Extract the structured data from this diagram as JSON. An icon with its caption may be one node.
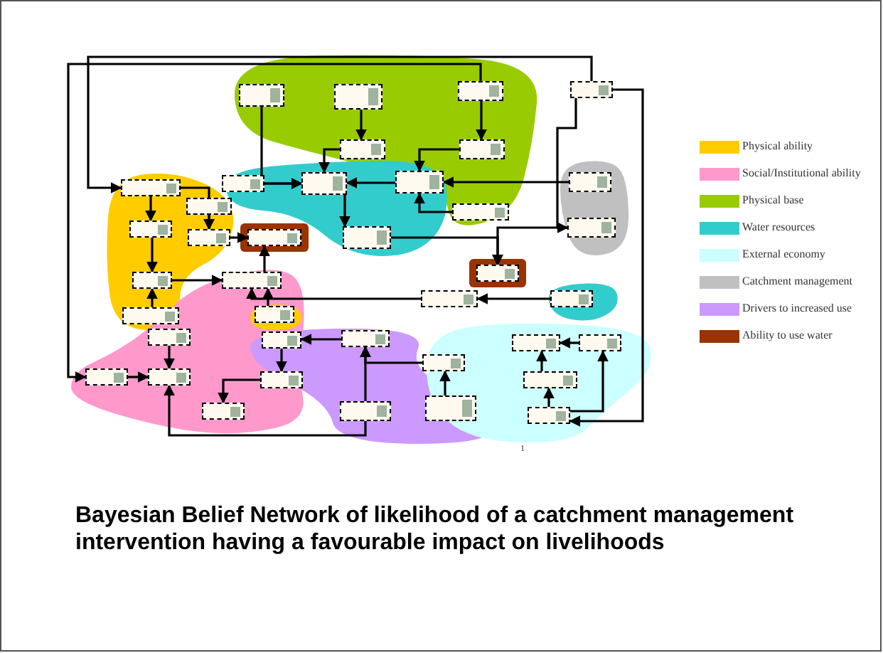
{
  "diagram": {
    "title": "Bayesian Belief Network of likelihood of a catchment management intervention having a favourable impact on livelihoods",
    "nodes": [
      {
        "text": [],
        "shape": "box"
      },
      {
        "text": [],
        "shape": "box"
      },
      {
        "text": [],
        "shape": "box"
      },
      {
        "text": [],
        "shape": "box"
      },
      {
        "text": [],
        "shape": "box"
      },
      {
        "text": [],
        "shape": "box"
      },
      {
        "text": [],
        "shape": "box"
      },
      {
        "text": [],
        "shape": "box"
      },
      {
        "text": [],
        "shape": "box"
      },
      {
        "text": [],
        "shape": "box"
      },
      {
        "text": [],
        "shape": "box"
      },
      {
        "text": [],
        "shape": "box"
      },
      {
        "text": [],
        "shape": "box"
      },
      {
        "text": [],
        "shape": "box"
      },
      {
        "text": [],
        "shape": "box"
      },
      {
        "text": [],
        "shape": "box"
      },
      {
        "text": [],
        "shape": "box"
      },
      {
        "text": [],
        "shape": "box"
      },
      {
        "text": [],
        "shape": "box"
      },
      {
        "text": [],
        "shape": "box"
      },
      {
        "text": [],
        "shape": "box"
      },
      {
        "text": [],
        "shape": "box"
      },
      {
        "text": [],
        "shape": "box"
      },
      {
        "text": [],
        "shape": "box"
      },
      {
        "text": [],
        "shape": "box"
      },
      {
        "text": [],
        "shape": "box"
      },
      {
        "text": [],
        "shape": "box"
      },
      {
        "text": [],
        "shape": "box"
      },
      {
        "text": [],
        "shape": "box"
      },
      {
        "text": [],
        "shape": "box"
      },
      {
        "text": [],
        "shape": "box"
      },
      {
        "text": [],
        "shape": "box"
      },
      {
        "text": [],
        "shape": "box"
      },
      {
        "text": [],
        "shape": "box"
      },
      {
        "text": [],
        "shape": "box"
      },
      {
        "text": [],
        "shape": "box"
      },
      {
        "text": [],
        "shape": "box"
      },
      {
        "text": [],
        "shape": "box"
      },
      {
        "text": [],
        "shape": "box"
      }
    ],
    "edges": [
      {
        "from": 0,
        "to": 8,
        "arrow": "to"
      },
      {
        "from": 1,
        "to": 4,
        "arrow": "to"
      },
      {
        "from": 4,
        "to": 8,
        "arrow": "to"
      },
      {
        "from": 2,
        "to": 5,
        "arrow": "to"
      },
      {
        "from": 5,
        "to": 9,
        "arrow": "to"
      },
      {
        "from": 3,
        "to": 17,
        "arrow": "to"
      },
      {
        "from": 6,
        "to": 13,
        "arrow": "to"
      },
      {
        "from": 6,
        "to": 14,
        "arrow": "to"
      },
      {
        "from": 11,
        "to": 14,
        "arrow": "to"
      },
      {
        "from": 7,
        "to": 8,
        "arrow": "to"
      },
      {
        "from": 8,
        "to": 16,
        "arrow": "to"
      },
      {
        "from": 9,
        "to": 8,
        "arrow": "to"
      },
      {
        "from": 12,
        "to": 9,
        "arrow": "to"
      },
      {
        "from": 10,
        "to": 9,
        "arrow": "to"
      },
      {
        "from": 17,
        "to": 19,
        "arrow": "to"
      },
      {
        "from": 16,
        "to": 19,
        "arrow": "to"
      },
      {
        "from": 14,
        "to": 15,
        "arrow": "to"
      },
      {
        "from": 18,
        "to": 15,
        "arrow": "to"
      },
      {
        "from": 13,
        "to": 20,
        "arrow": "to"
      },
      {
        "from": 20,
        "to": 18,
        "arrow": "to"
      },
      {
        "from": 23,
        "to": 20,
        "arrow": "to"
      },
      {
        "from": 24,
        "to": 18,
        "arrow": "to"
      },
      {
        "from": 21,
        "to": 18,
        "arrow": "to"
      },
      {
        "from": 22,
        "to": 21,
        "arrow": "to"
      },
      {
        "from": 31,
        "to": 32,
        "arrow": "to"
      },
      {
        "from": 25,
        "to": 32,
        "arrow": "to"
      },
      {
        "from": 33,
        "to": 35,
        "arrow": "to"
      },
      {
        "from": 26,
        "to": 33,
        "arrow": "to"
      },
      {
        "from": 27,
        "to": 26,
        "arrow": "to"
      },
      {
        "from": 28,
        "to": 27,
        "arrow": "to"
      },
      {
        "from": 30,
        "to": 29,
        "arrow": "to"
      },
      {
        "from": 34,
        "to": 29,
        "arrow": "to"
      },
      {
        "from": 38,
        "to": 34,
        "arrow": "to"
      },
      {
        "from": 38,
        "to": 30,
        "arrow": "to"
      },
      {
        "from": 36,
        "to": 27,
        "arrow": "to"
      },
      {
        "from": 37,
        "to": 28,
        "arrow": "to"
      },
      {
        "from": 3,
        "to": 6,
        "arrow": "to"
      },
      {
        "from": 2,
        "to": 31,
        "arrow": "to"
      },
      {
        "from": 3,
        "to": 38,
        "arrow": "to"
      },
      {
        "from": 36,
        "to": 32,
        "arrow": "to"
      }
    ],
    "labels": [
      "1"
    ],
    "legend": [
      {
        "text": "Physical ability",
        "color": "#ffcc00"
      },
      {
        "text": "Social/Institutional ability",
        "color": "#ff99cc"
      },
      {
        "text": "Physical base",
        "color": "#99cc00"
      },
      {
        "text": "Water resources",
        "color": "#33cccc"
      },
      {
        "text": "External economy",
        "color": "#ccffff"
      },
      {
        "text": "Catchment management",
        "color": "#c0c0c0"
      },
      {
        "text": "Drivers to increased use",
        "color": "#cc99ff"
      },
      {
        "text": "Ability to use water",
        "color": "#993300"
      }
    ]
  }
}
